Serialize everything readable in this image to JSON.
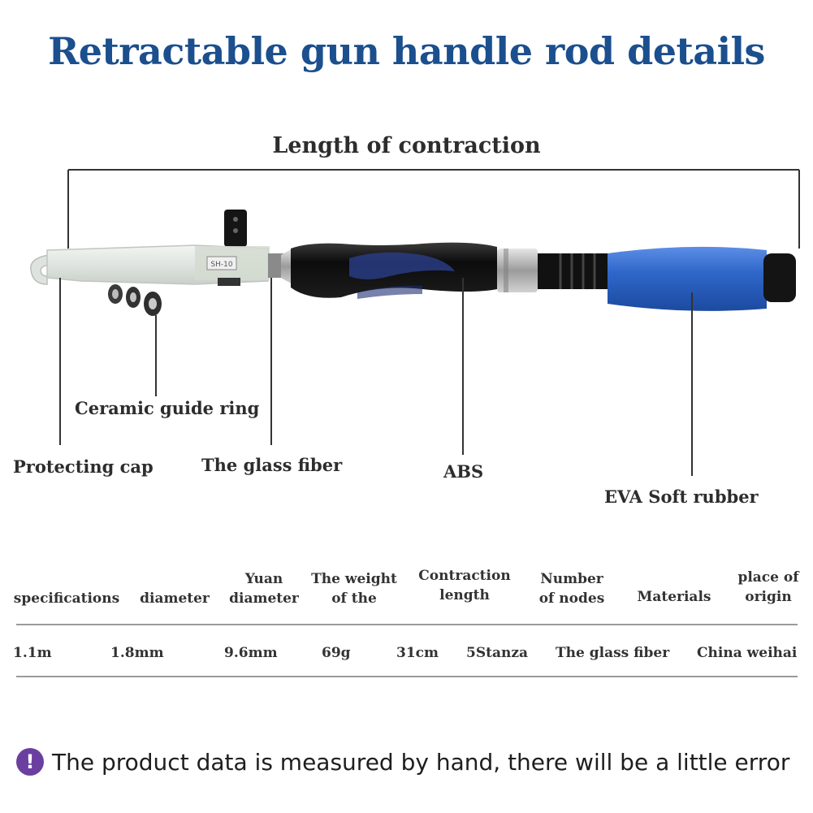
{
  "title": "Retractable gun handle rod details",
  "dimension_label": "Length of contraction",
  "parts": {
    "protecting_cap": "Protecting cap",
    "ceramic_guide_ring": "Ceramic guide ring",
    "glass_fiber": "The glass fiber",
    "abs": "ABS",
    "eva": "EVA  Soft rubber"
  },
  "rod_marking": "SH-10",
  "specs_table": {
    "headers": [
      {
        "line1": "specifications",
        "line2": ""
      },
      {
        "line1": "diameter",
        "line2": ""
      },
      {
        "line1": "Yuan",
        "line2": "diameter"
      },
      {
        "line1": "The weight",
        "line2": "of the"
      },
      {
        "line1": "Contraction",
        "line2": "length"
      },
      {
        "line1": "Number",
        "line2": "of nodes"
      },
      {
        "line1": "Materials",
        "line2": ""
      },
      {
        "line1": "place of",
        "line2": "origin"
      }
    ],
    "row": [
      "1.1m",
      "1.8mm",
      "9.6mm",
      "69g",
      "31cm",
      "5Stanza",
      "The glass fiber",
      "China weihai"
    ]
  },
  "note": {
    "icon": "exclamation-icon",
    "text": "The product data is measured by hand, there will be a little error"
  },
  "colors": {
    "title": "#1b4f8e",
    "handle_blue": "#2f67c9",
    "note_icon": "#6b3fa0"
  }
}
